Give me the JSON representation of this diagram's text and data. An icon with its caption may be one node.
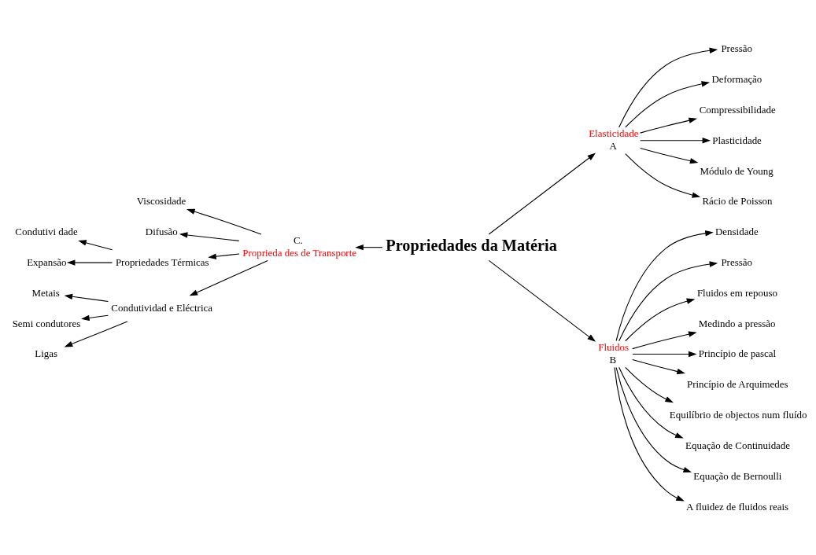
{
  "diagram": {
    "nodes": [
      {
        "text": [
          "Propriedades da Matéria"
        ]
      },
      {
        "text": [
          "Elasticidade",
          "A"
        ]
      },
      {
        "text": [
          "Pressão"
        ]
      },
      {
        "text": [
          "Deformação"
        ]
      },
      {
        "text": [
          "Compressibilidade"
        ]
      },
      {
        "text": [
          "Plasticidade"
        ]
      },
      {
        "text": [
          "Módulo de Young"
        ]
      },
      {
        "text": [
          "Rácio de Poisson"
        ]
      },
      {
        "text": [
          "C.",
          "Proprieda des de Transporte"
        ]
      },
      {
        "text": [
          "Viscosidade"
        ]
      },
      {
        "text": [
          "Difusão"
        ]
      },
      {
        "text": [
          "Propriedades Térmicas"
        ]
      },
      {
        "text": [
          "Condutividad e Eléctrica"
        ]
      },
      {
        "text": [
          "Condutivi dade"
        ]
      },
      {
        "text": [
          "Expansão"
        ]
      },
      {
        "text": [
          "Metais"
        ]
      },
      {
        "text": [
          "Semi condutores"
        ]
      },
      {
        "text": [
          "Ligas"
        ]
      },
      {
        "text": [
          "Fluidos",
          "B"
        ]
      },
      {
        "text": [
          "Densidade"
        ]
      },
      {
        "text": [
          "Pressão"
        ]
      },
      {
        "text": [
          "Fluidos em repouso"
        ]
      },
      {
        "text": [
          "Medindo a pressão"
        ]
      },
      {
        "text": [
          "Princípio de pascal"
        ]
      },
      {
        "text": [
          "Princípio de Arquimedes"
        ]
      },
      {
        "text": [
          "Equilíbrio de objectos num fluído"
        ]
      },
      {
        "text": [
          "Equação de Continuidade"
        ]
      },
      {
        "text": [
          "Equação de Bernoulli"
        ]
      },
      {
        "text": [
          "A fluidez de fluidos reais"
        ]
      }
    ],
    "edges": [
      {
        "from": 0,
        "to": 1,
        "arrow": "to"
      },
      {
        "from": 1,
        "to": 2,
        "arrow": "to"
      },
      {
        "from": 1,
        "to": 3,
        "arrow": "to"
      },
      {
        "from": 1,
        "to": 4,
        "arrow": "to"
      },
      {
        "from": 1,
        "to": 5,
        "arrow": "to"
      },
      {
        "from": 1,
        "to": 6,
        "arrow": "to"
      },
      {
        "from": 1,
        "to": 7,
        "arrow": "to"
      },
      {
        "from": 0,
        "to": 8,
        "arrow": "to"
      },
      {
        "from": 8,
        "to": 9,
        "arrow": "to"
      },
      {
        "from": 8,
        "to": 10,
        "arrow": "to"
      },
      {
        "from": 8,
        "to": 11,
        "arrow": "to"
      },
      {
        "from": 8,
        "to": 12,
        "arrow": "to"
      },
      {
        "from": 11,
        "to": 13,
        "arrow": "to"
      },
      {
        "from": 11,
        "to": 14,
        "arrow": "to"
      },
      {
        "from": 12,
        "to": 15,
        "arrow": "to"
      },
      {
        "from": 12,
        "to": 16,
        "arrow": "to"
      },
      {
        "from": 12,
        "to": 17,
        "arrow": "to"
      },
      {
        "from": 0,
        "to": 18,
        "arrow": "to"
      },
      {
        "from": 18,
        "to": 19,
        "arrow": "to"
      },
      {
        "from": 18,
        "to": 20,
        "arrow": "to"
      },
      {
        "from": 18,
        "to": 21,
        "arrow": "to"
      },
      {
        "from": 18,
        "to": 22,
        "arrow": "to"
      },
      {
        "from": 18,
        "to": 23,
        "arrow": "to"
      },
      {
        "from": 18,
        "to": 24,
        "arrow": "to"
      },
      {
        "from": 18,
        "to": 25,
        "arrow": "to"
      },
      {
        "from": 18,
        "to": 26,
        "arrow": "to"
      },
      {
        "from": 18,
        "to": 27,
        "arrow": "to"
      },
      {
        "from": 18,
        "to": 28,
        "arrow": "to"
      }
    ]
  }
}
